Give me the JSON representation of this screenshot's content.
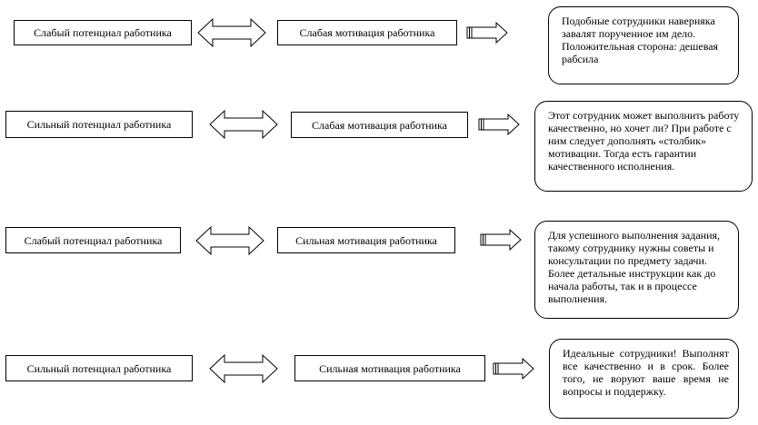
{
  "rows": [
    {
      "potential": "Слабый потенциал работника",
      "motivation": "Слабая мотивация работника",
      "result": "Подобные сотрудники наверняка завалят порученное им дело. Положительная сторона: дешевая рабсила"
    },
    {
      "potential": "Сильный потенциал работника",
      "motivation": "Слабая мотивация работника",
      "result": "Этот сотрудник может выполнить работу качественно, но хочет ли? При работе с ним следует дополнять «столбик» мотивации. Тогда есть гарантии качественного исполнения."
    },
    {
      "potential": "Слабый потенциал работника",
      "motivation": "Сильная мотивация работника",
      "result": "Для успешного выполнения задания, такому сотруднику нужны советы и консультации по предмету задачи. Более детальные инструкции как до начала работы, так и в процессе выполнения."
    },
    {
      "potential": "Сильный потенциал работника",
      "motivation": "Сильная мотивация работника",
      "result": "Идеальные сотрудники! Выполнят все качественно и в срок. Более того, не воруют ваше время не вопросы и поддержку."
    }
  ]
}
